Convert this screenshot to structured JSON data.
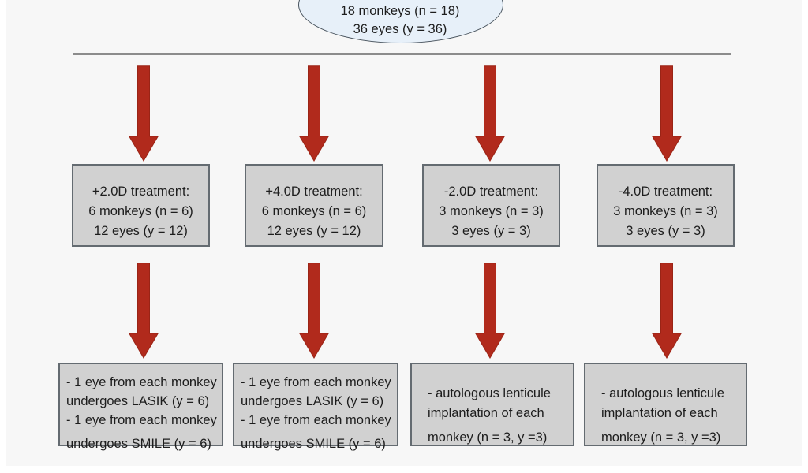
{
  "colors": {
    "canvas_bg": "#f7f7f7",
    "margin_color": "#ffffff",
    "arrow_fill": "#b12a1c",
    "arrow_edge": "#9a2416",
    "box_fill": "#d1d1d1",
    "box_border": "#646b71",
    "ellipse_fill": "#e7f0f9",
    "ellipse_border": "#49545e",
    "divider": "#8c8c8c",
    "text": "#1d1d1d"
  },
  "start_node": {
    "lines": [
      "18 monkeys (n = 18)",
      "36 eyes (y = 36)"
    ]
  },
  "columns": [
    {
      "treatment_lines": [
        "+2.0D treatment:",
        "6 monkeys (n = 6)",
        "12 eyes (y = 12)"
      ],
      "procedure_lines": [
        "- 1 eye from each monkey",
        "undergoes LASIK (y = 6)",
        "- 1 eye from each monkey",
        "undergoes SMILE (y = 6)"
      ]
    },
    {
      "treatment_lines": [
        "+4.0D treatment:",
        "6 monkeys (n = 6)",
        "12 eyes (y = 12)"
      ],
      "procedure_lines": [
        "- 1 eye from each monkey",
        "undergoes LASIK (y = 6)",
        "- 1 eye from each monkey",
        "undergoes SMILE (y = 6)"
      ]
    },
    {
      "treatment_lines": [
        "-2.0D treatment:",
        "3 monkeys (n = 3)",
        "3 eyes (y = 3)"
      ],
      "procedure_lines": [
        "- autologous lenticule",
        "implantation of each",
        "monkey (n = 3, y =3)"
      ]
    },
    {
      "treatment_lines": [
        "-4.0D treatment:",
        "3 monkeys (n = 3)",
        "3 eyes (y = 3)"
      ],
      "procedure_lines": [
        "- autologous lenticule",
        "implantation of each",
        "monkey (n = 3, y =3)"
      ]
    }
  ]
}
